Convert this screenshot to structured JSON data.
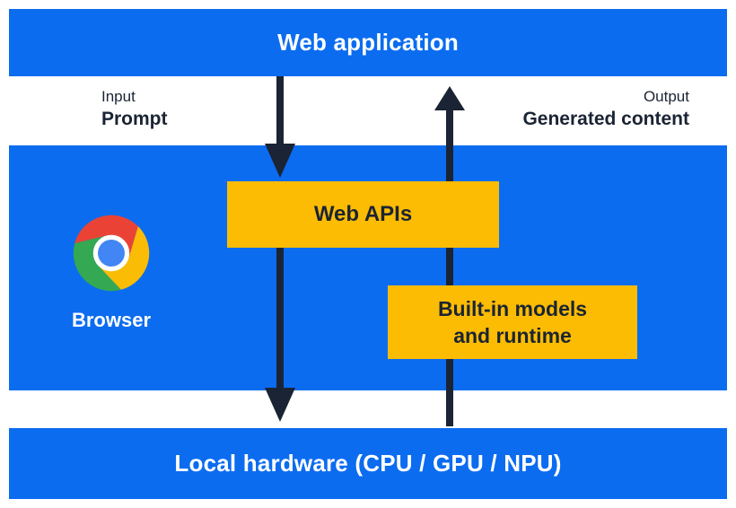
{
  "top_bar": {
    "label": "Web application"
  },
  "io_labels": {
    "input_caption": "Input",
    "input_value": "Prompt",
    "output_caption": "Output",
    "output_value": "Generated content"
  },
  "browser_panel": {
    "browser_label": "Browser",
    "web_apis_label": "Web APIs",
    "builtin_line1": "Built-in models",
    "builtin_line2": "and runtime"
  },
  "bottom_bar": {
    "label": "Local hardware (CPU / GPU / NPU)"
  },
  "icons": {
    "chrome": "chrome-logo-icon",
    "down_arrow": "prompt-flow-down-arrow",
    "up_arrow": "generated-content-up-arrow"
  },
  "colors": {
    "panel_blue": "#0b6cf0",
    "accent_yellow": "#fcbc03",
    "ink_navy": "#1b2434",
    "label_white": "#ffffff",
    "chrome_red": "#ea4335",
    "chrome_yellow": "#fbbc05",
    "chrome_green": "#34a853",
    "chrome_blue": "#4285f4"
  }
}
